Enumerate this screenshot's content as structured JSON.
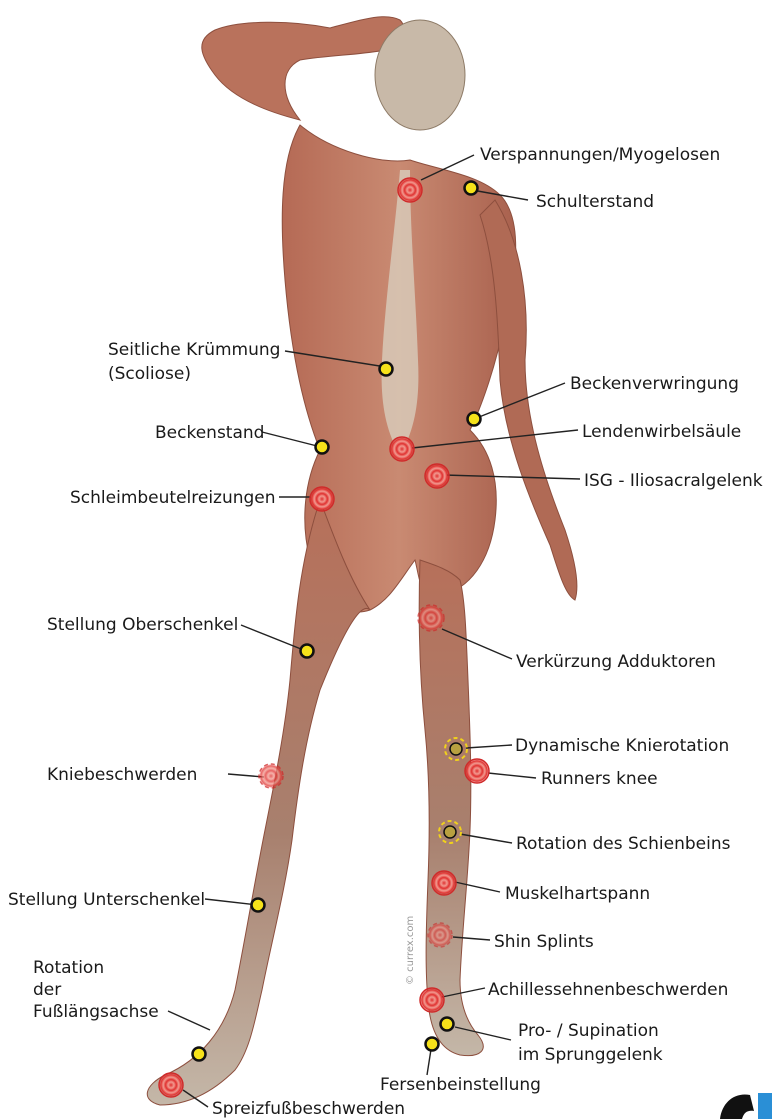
{
  "watermark": "© currex.com",
  "colors": {
    "marker_yellow": "#f6e21a",
    "marker_red": "#e0302f",
    "brand_blue": "#2a8fd6"
  },
  "labels": {
    "verspannungen": "Verspannungen/Myogelosen",
    "schulterstand": "Schulterstand",
    "scoliose_1": "Seitliche Krümmung",
    "scoliose_2": "(Scoliose)",
    "beckenverwringung": "Beckenverwringung",
    "beckenstand": "Beckenstand",
    "lendenwirbelsaeule": "Lendenwirbelsäule",
    "isg": "ISG - Iliosacralgelenk",
    "schleimbeutel": "Schleimbeutelreizungen",
    "oberschenkel": "Stellung Oberschenkel",
    "adduktoren": "Verkürzung Adduktoren",
    "knierotation": "Dynamische Knierotation",
    "kniebeschwerden": "Kniebeschwerden",
    "runners_knee": "Runners knee",
    "schienbein": "Rotation des Schienbeins",
    "muskelhartspann": "Muskelhartspann",
    "unterschenkel": "Stellung Unterschenkel",
    "shin_splints": "Shin Splints",
    "fuss_1": "Rotation",
    "fuss_2": "der",
    "fuss_3": "Fußlängsachse",
    "achilles": "Achillessehnenbeschwerden",
    "pronation_1": "Pro- / Supination",
    "pronation_2": "im Sprunggelenk",
    "fersenbein": "Fersenbeinstellung",
    "spreizfuss": "Spreizfußbeschwerden"
  }
}
